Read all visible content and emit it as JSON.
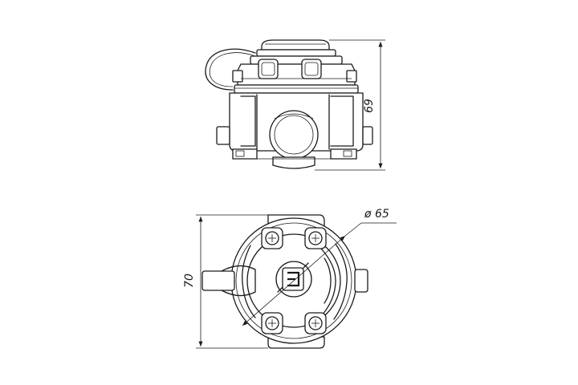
{
  "dimensions": {
    "height": "69",
    "width": "70",
    "diameter": "ø 65"
  }
}
